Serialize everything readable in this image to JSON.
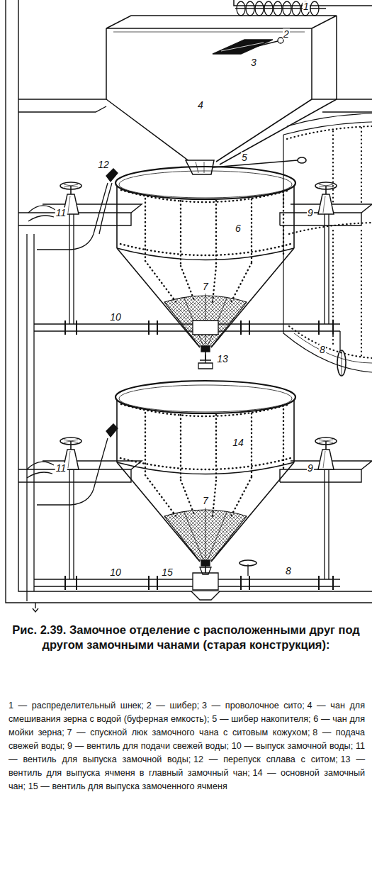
{
  "diagram": {
    "caption": "Рис. 2.39. Замочное отделение с расположенными друг под другом замочными чанами (старая конструкция):",
    "labels": [
      "1",
      "2",
      "3",
      "4",
      "5",
      "6",
      "12",
      "11",
      "9",
      "7",
      "10",
      "8",
      "13",
      "14",
      "11",
      "9",
      "7",
      "10",
      "15",
      "8",
      "1 — распределительный шнек;",
      "2 — шибер;",
      "3 — проволочное сито;",
      "4 — чан для смешивания зерна с водой (буферная емкость);",
      "5 — шибер накопителя;",
      "6 — чан для мойки зерна;",
      "7 — спускной люк замочного чана с ситовым кожухом;",
      "8 — подача свежей воды;",
      "9 — вентиль для подачи свежей воды;",
      "10 — выпуск замочной воды;",
      "11 — вентиль для выпуска замочной воды;",
      "12 — перепуск сплава с ситом;",
      "13 — вентиль для выпуска ячменя в главный замочный чан;",
      "14 — основной замочный чан;",
      "15 — вентиль для выпуска замоченного ячменя"
    ]
  }
}
